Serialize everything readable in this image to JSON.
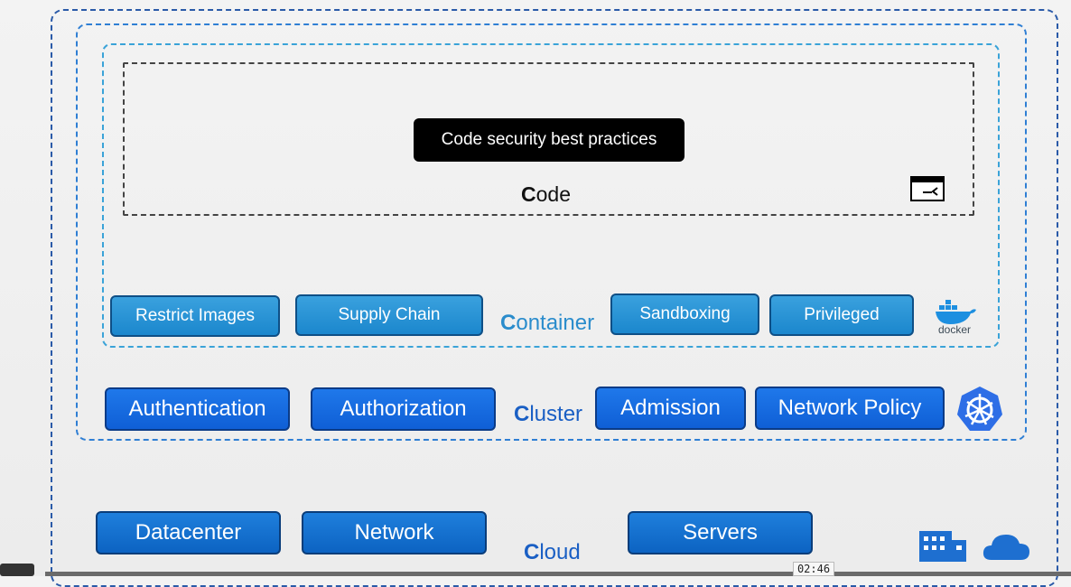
{
  "tooltip": "Code security best practices",
  "layers": {
    "code": {
      "initial": "C",
      "rest": "ode"
    },
    "container": {
      "initial": "C",
      "rest": "ontainer"
    },
    "cluster": {
      "initial": "C",
      "rest": "luster"
    },
    "cloud": {
      "initial": "C",
      "rest": "loud"
    }
  },
  "container_items": [
    "Restrict Images",
    "Supply Chain",
    "Sandboxing",
    "Privileged"
  ],
  "cluster_items": [
    "Authentication",
    "Authorization",
    "Admission",
    "Network Policy"
  ],
  "cloud_items": [
    "Datacenter",
    "Network",
    "Servers"
  ],
  "docker_text": "docker",
  "video": {
    "time": "02:46"
  },
  "icons": [
    "terminal-icon",
    "docker-icon",
    "kubernetes-icon",
    "building-icon",
    "cloud-icon"
  ]
}
